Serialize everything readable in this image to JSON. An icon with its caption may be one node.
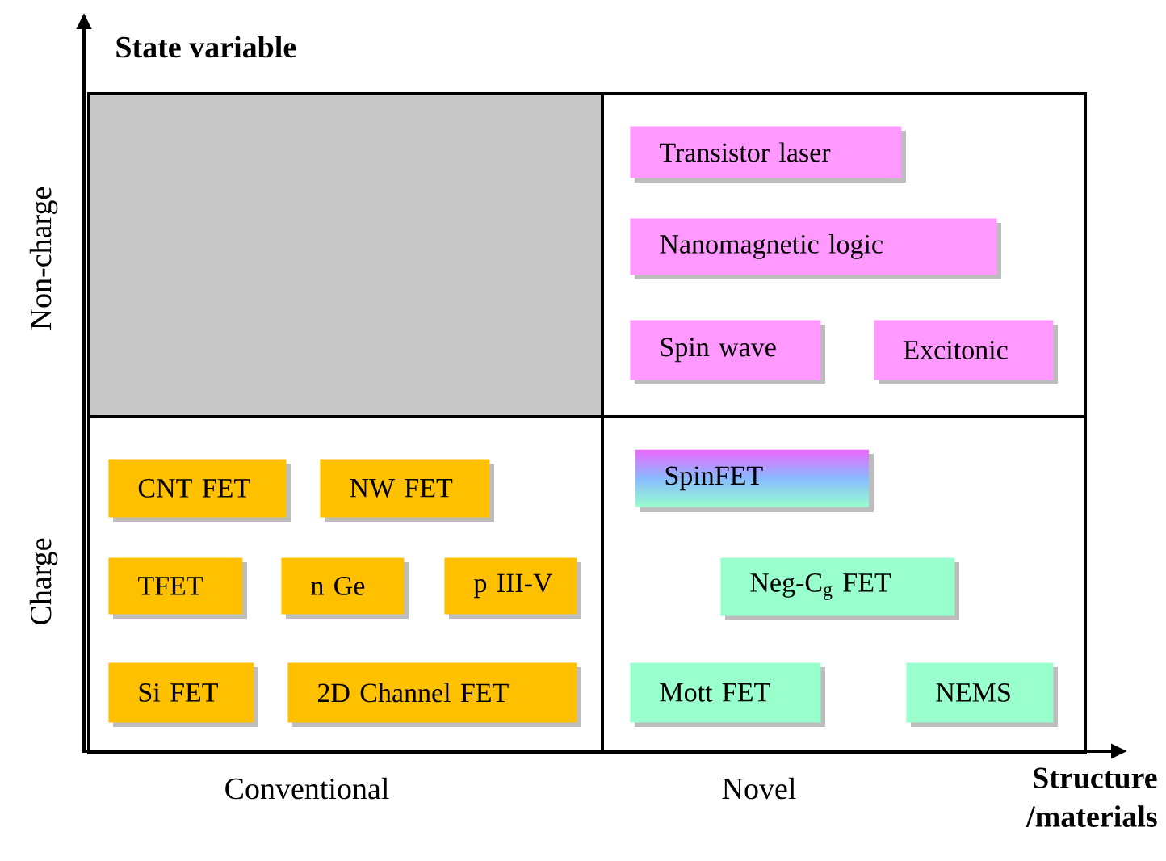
{
  "diagram": {
    "nodes": [
      {
        "text": [],
        "shape": "box"
      },
      {
        "text": [],
        "shape": "box"
      },
      {
        "text": [
          "Transistor laser"
        ],
        "in": 1
      },
      {
        "text": [
          "Nanomagnetic logic"
        ],
        "in": 1
      },
      {
        "text": [
          "Spin wave"
        ],
        "in": 1
      },
      {
        "text": [
          "Excitonic"
        ],
        "in": 1
      },
      {
        "text": [],
        "shape": "box"
      },
      {
        "text": [
          "CNT FET"
        ],
        "in": 6
      },
      {
        "text": [
          "NW FET"
        ],
        "in": 6
      },
      {
        "text": [
          "TFET"
        ],
        "in": 6
      },
      {
        "text": [
          "n Ge"
        ],
        "in": 6
      },
      {
        "text": [
          "p III-V"
        ],
        "in": 6
      },
      {
        "text": [
          "Si FET"
        ],
        "in": 6
      },
      {
        "text": [
          "2D Channel FET"
        ],
        "in": 6
      },
      {
        "text": [],
        "shape": "box"
      },
      {
        "text": [
          "SpinFET"
        ],
        "in": 14
      },
      {
        "text": [
          "Neg-C$_{g}$ FET"
        ],
        "in": 14
      },
      {
        "text": [
          "Mott FET"
        ],
        "in": 14
      },
      {
        "text": [
          "NEMS"
        ],
        "in": 14
      }
    ],
    "labels": [
      "State variable",
      "Non-charge",
      "Charge",
      "Conventional",
      "Novel",
      "Structure /materials"
    ]
  }
}
